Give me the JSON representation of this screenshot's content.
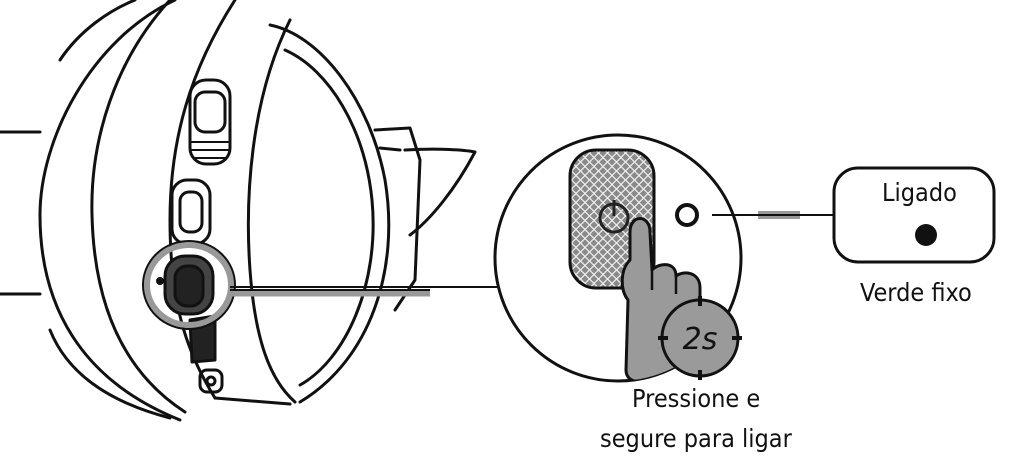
{
  "status_box": {
    "state": "Ligado",
    "description": "Verde fixo"
  },
  "instruction": {
    "line1": "Pressione e",
    "line2": "segure para ligar"
  },
  "timer": {
    "text": "2s"
  },
  "colors": {
    "stroke": "#111111",
    "gray": "#999999",
    "dark_gray": "#444444",
    "indicator_dot": "#111111"
  },
  "icons": [
    "headset-earcup",
    "power-button",
    "finger-press",
    "led-indicator",
    "timer-badge"
  ]
}
